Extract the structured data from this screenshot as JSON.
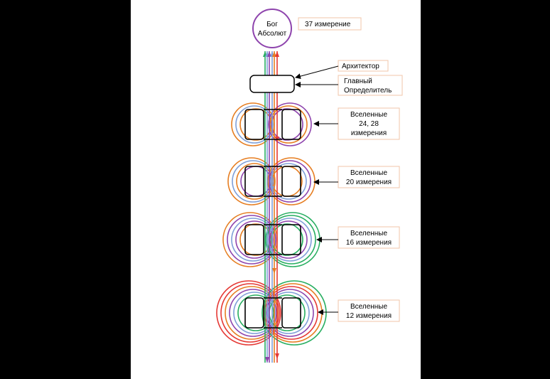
{
  "nodes": {
    "god": {
      "line1": "Бог",
      "line2": "Абсолют"
    },
    "dim37": {
      "text": "37 измерение"
    },
    "architect": {
      "text": "Архитектор"
    },
    "definer": {
      "line1": "Главный",
      "line2": "Определитель"
    },
    "universes": [
      {
        "line1": "Вселенные",
        "line2": "24, 28",
        "line3": "измерения"
      },
      {
        "line1": "Вселенные",
        "line2": "20 измерения"
      },
      {
        "line1": "Вселенные",
        "line2": "16 измерения"
      },
      {
        "line1": "Вселенные",
        "line2": "12 измерения"
      }
    ]
  },
  "colors": {
    "purple": "#8e44ad",
    "orange": "#e67e22",
    "red": "#e53935",
    "green": "#27ae60",
    "blue": "#7f9fd8",
    "label_border": "#f2c6a8"
  }
}
